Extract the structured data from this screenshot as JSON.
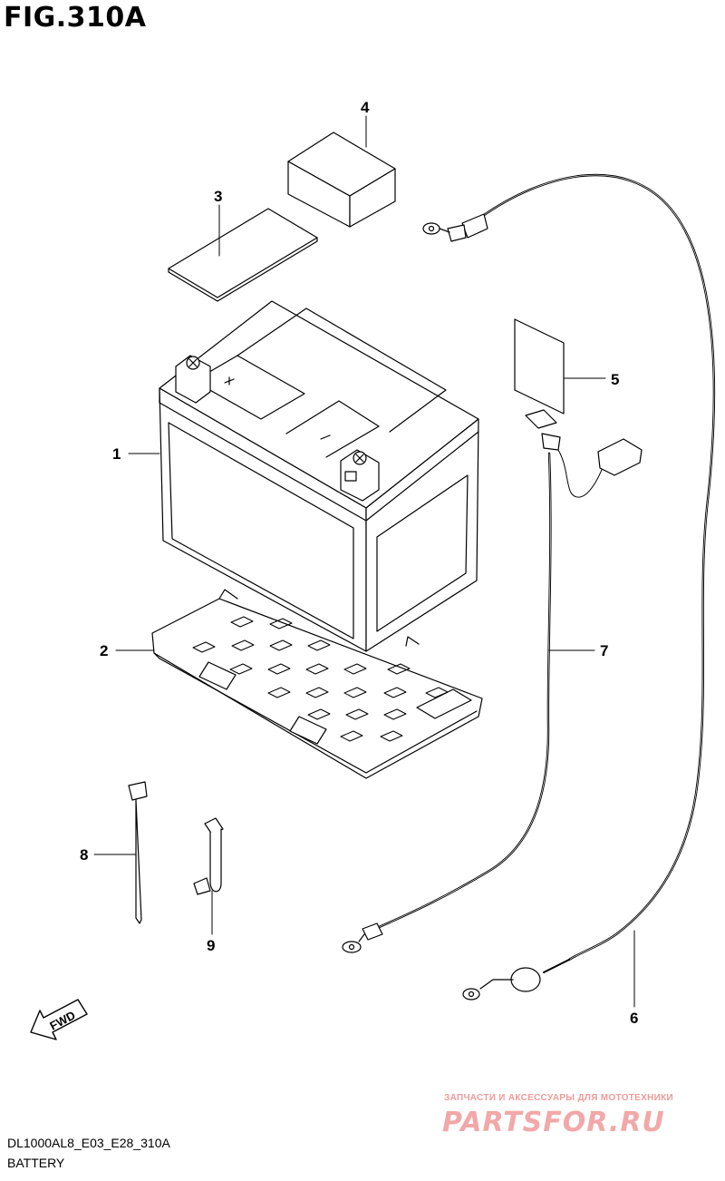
{
  "figure": {
    "title": "FIG.310A"
  },
  "callouts": [
    {
      "id": "1",
      "label": "1"
    },
    {
      "id": "2",
      "label": "2"
    },
    {
      "id": "3",
      "label": "3"
    },
    {
      "id": "4",
      "label": "4"
    },
    {
      "id": "5",
      "label": "5"
    },
    {
      "id": "6",
      "label": "6"
    },
    {
      "id": "7",
      "label": "7"
    },
    {
      "id": "8",
      "label": "8"
    },
    {
      "id": "9",
      "label": "9"
    }
  ],
  "direction_arrow": {
    "label": "FWD"
  },
  "footer": {
    "code": "DL1000AL8_E03_E28_310A",
    "name": "BATTERY"
  },
  "watermark": {
    "tagline": "ЗАПЧАСТИ И АКСЕССУАРЫ ДЛЯ МОТОТЕХНИКИ",
    "logo": "PARTSFOR.RU"
  },
  "colors": {
    "line": "#000000",
    "watermark": "#f2a8a8"
  }
}
